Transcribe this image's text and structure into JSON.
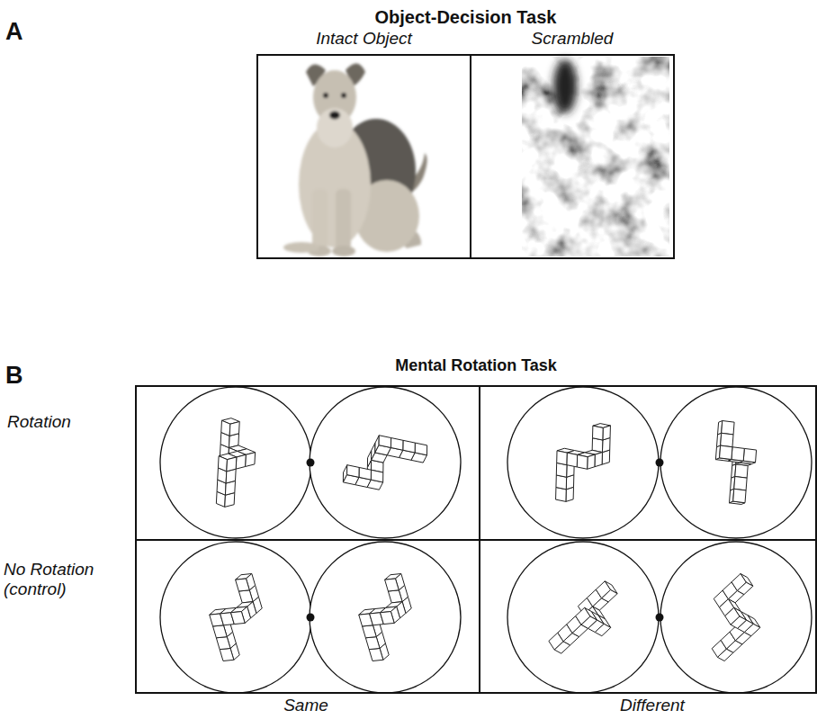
{
  "diagram": {
    "nodes": [
      {
        "text": [
          "Object-Decision Task"
        ]
      },
      {
        "text": [
          "Intact Object"
        ],
        "in": 0
      },
      {
        "text": [
          "Scrambled"
        ],
        "in": 0
      },
      {
        "text": [
          "Mental Rotation Task"
        ]
      }
    ],
    "labels": [
      "A",
      "B",
      "Rotation",
      "No Rotation (control)",
      "Same",
      "Different"
    ]
  }
}
